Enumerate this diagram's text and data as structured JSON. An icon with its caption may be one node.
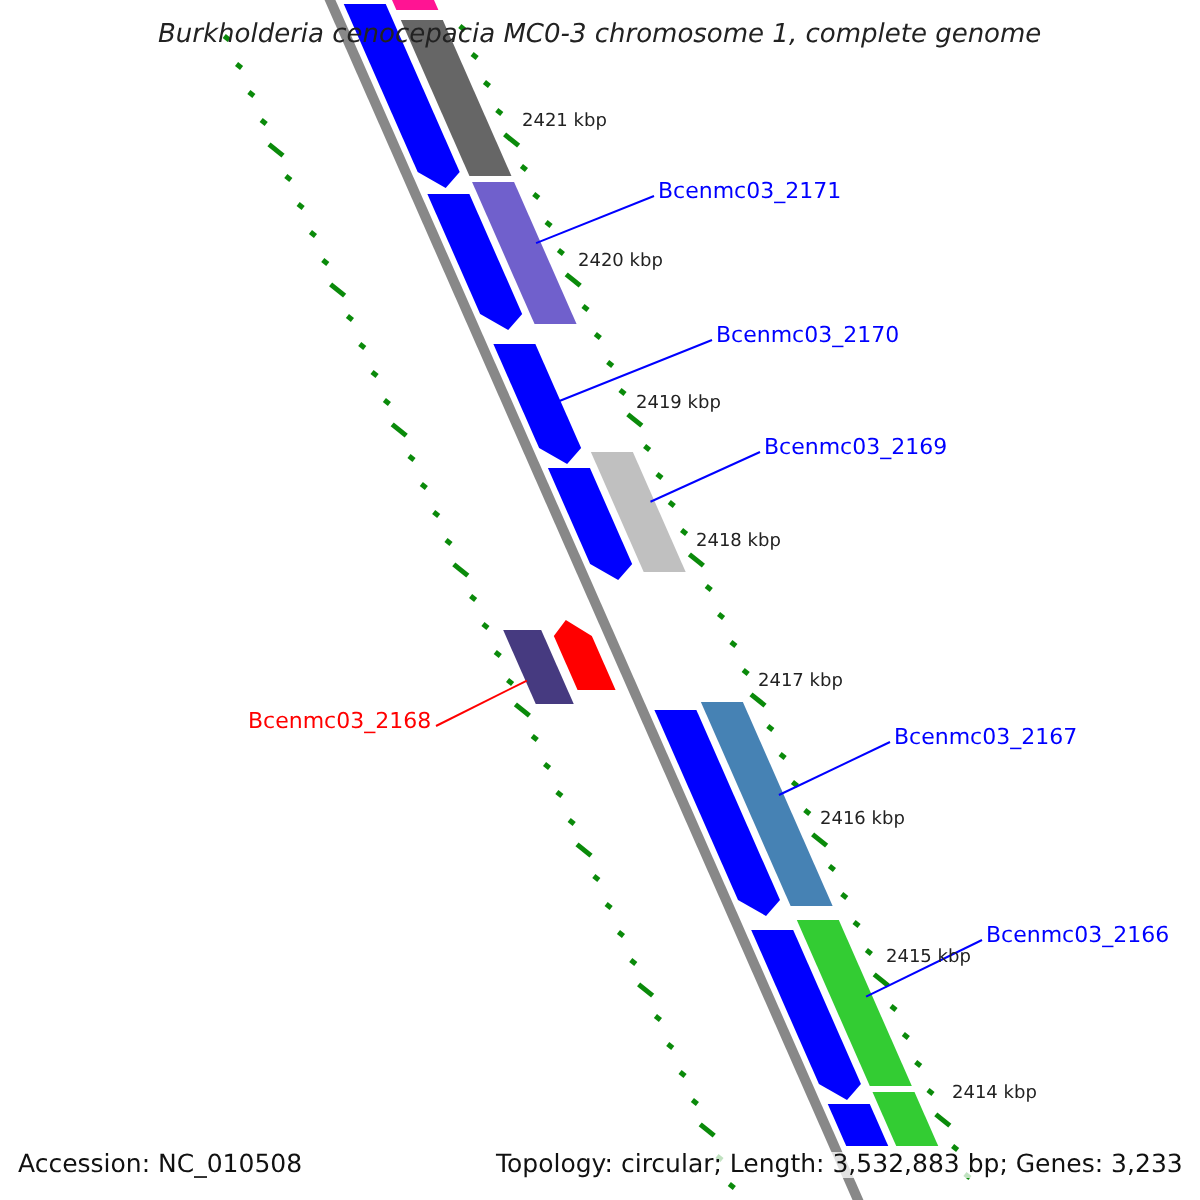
{
  "diagram": {
    "title": "Burkholderia cenocepacia MC0-3 chromosome 1, complete genome",
    "nodes": [
      {
        "text": [
          "Bcenmc03_2171"
        ]
      },
      {
        "text": [],
        "shape": "bar"
      },
      {
        "text": [
          "Bcenmc03_2170"
        ]
      },
      {
        "text": [],
        "shape": "bar"
      },
      {
        "text": [
          "Bcenmc03_2169"
        ]
      },
      {
        "text": [],
        "shape": "bar"
      },
      {
        "text": [
          "Bcenmc03_2168"
        ]
      },
      {
        "text": [],
        "shape": "bar"
      },
      {
        "text": [
          "Bcenmc03_2167"
        ]
      },
      {
        "text": [],
        "shape": "bar"
      },
      {
        "text": [
          "Bcenmc03_2166"
        ]
      },
      {
        "text": [],
        "shape": "bar"
      },
      {
        "text": [],
        "shape": "bar"
      },
      {
        "text": [],
        "shape": "bar"
      },
      {
        "text": [],
        "shape": "bar"
      },
      {
        "text": [],
        "shape": "bar"
      },
      {
        "text": [],
        "shape": "bar"
      },
      {
        "text": [],
        "shape": "bar"
      },
      {
        "text": [],
        "shape": "bar"
      },
      {
        "text": [],
        "shape": "bar"
      },
      {
        "text": [],
        "shape": "bar"
      },
      {
        "text": [],
        "shape": "bar"
      }
    ],
    "edges": [
      {
        "from": 0,
        "to": 1,
        "arrow": "none"
      },
      {
        "from": 2,
        "to": 3,
        "arrow": "none"
      },
      {
        "from": 4,
        "to": 5,
        "arrow": "none"
      },
      {
        "from": 6,
        "to": 7,
        "arrow": "none",
        "color": "#ff0000"
      },
      {
        "from": 8,
        "to": 9,
        "arrow": "none"
      },
      {
        "from": 10,
        "to": 11,
        "arrow": "none"
      }
    ],
    "labels": [
      "2421 kbp",
      "2420 kbp",
      "2419 kbp",
      "2418 kbp",
      "2417 kbp",
      "2416 kbp",
      "2415 kbp",
      "2414 kbp",
      "Accession: NC_010508",
      "Topology: circular; Length: 3,532,883 bp; Genes: 3,233"
    ]
  }
}
